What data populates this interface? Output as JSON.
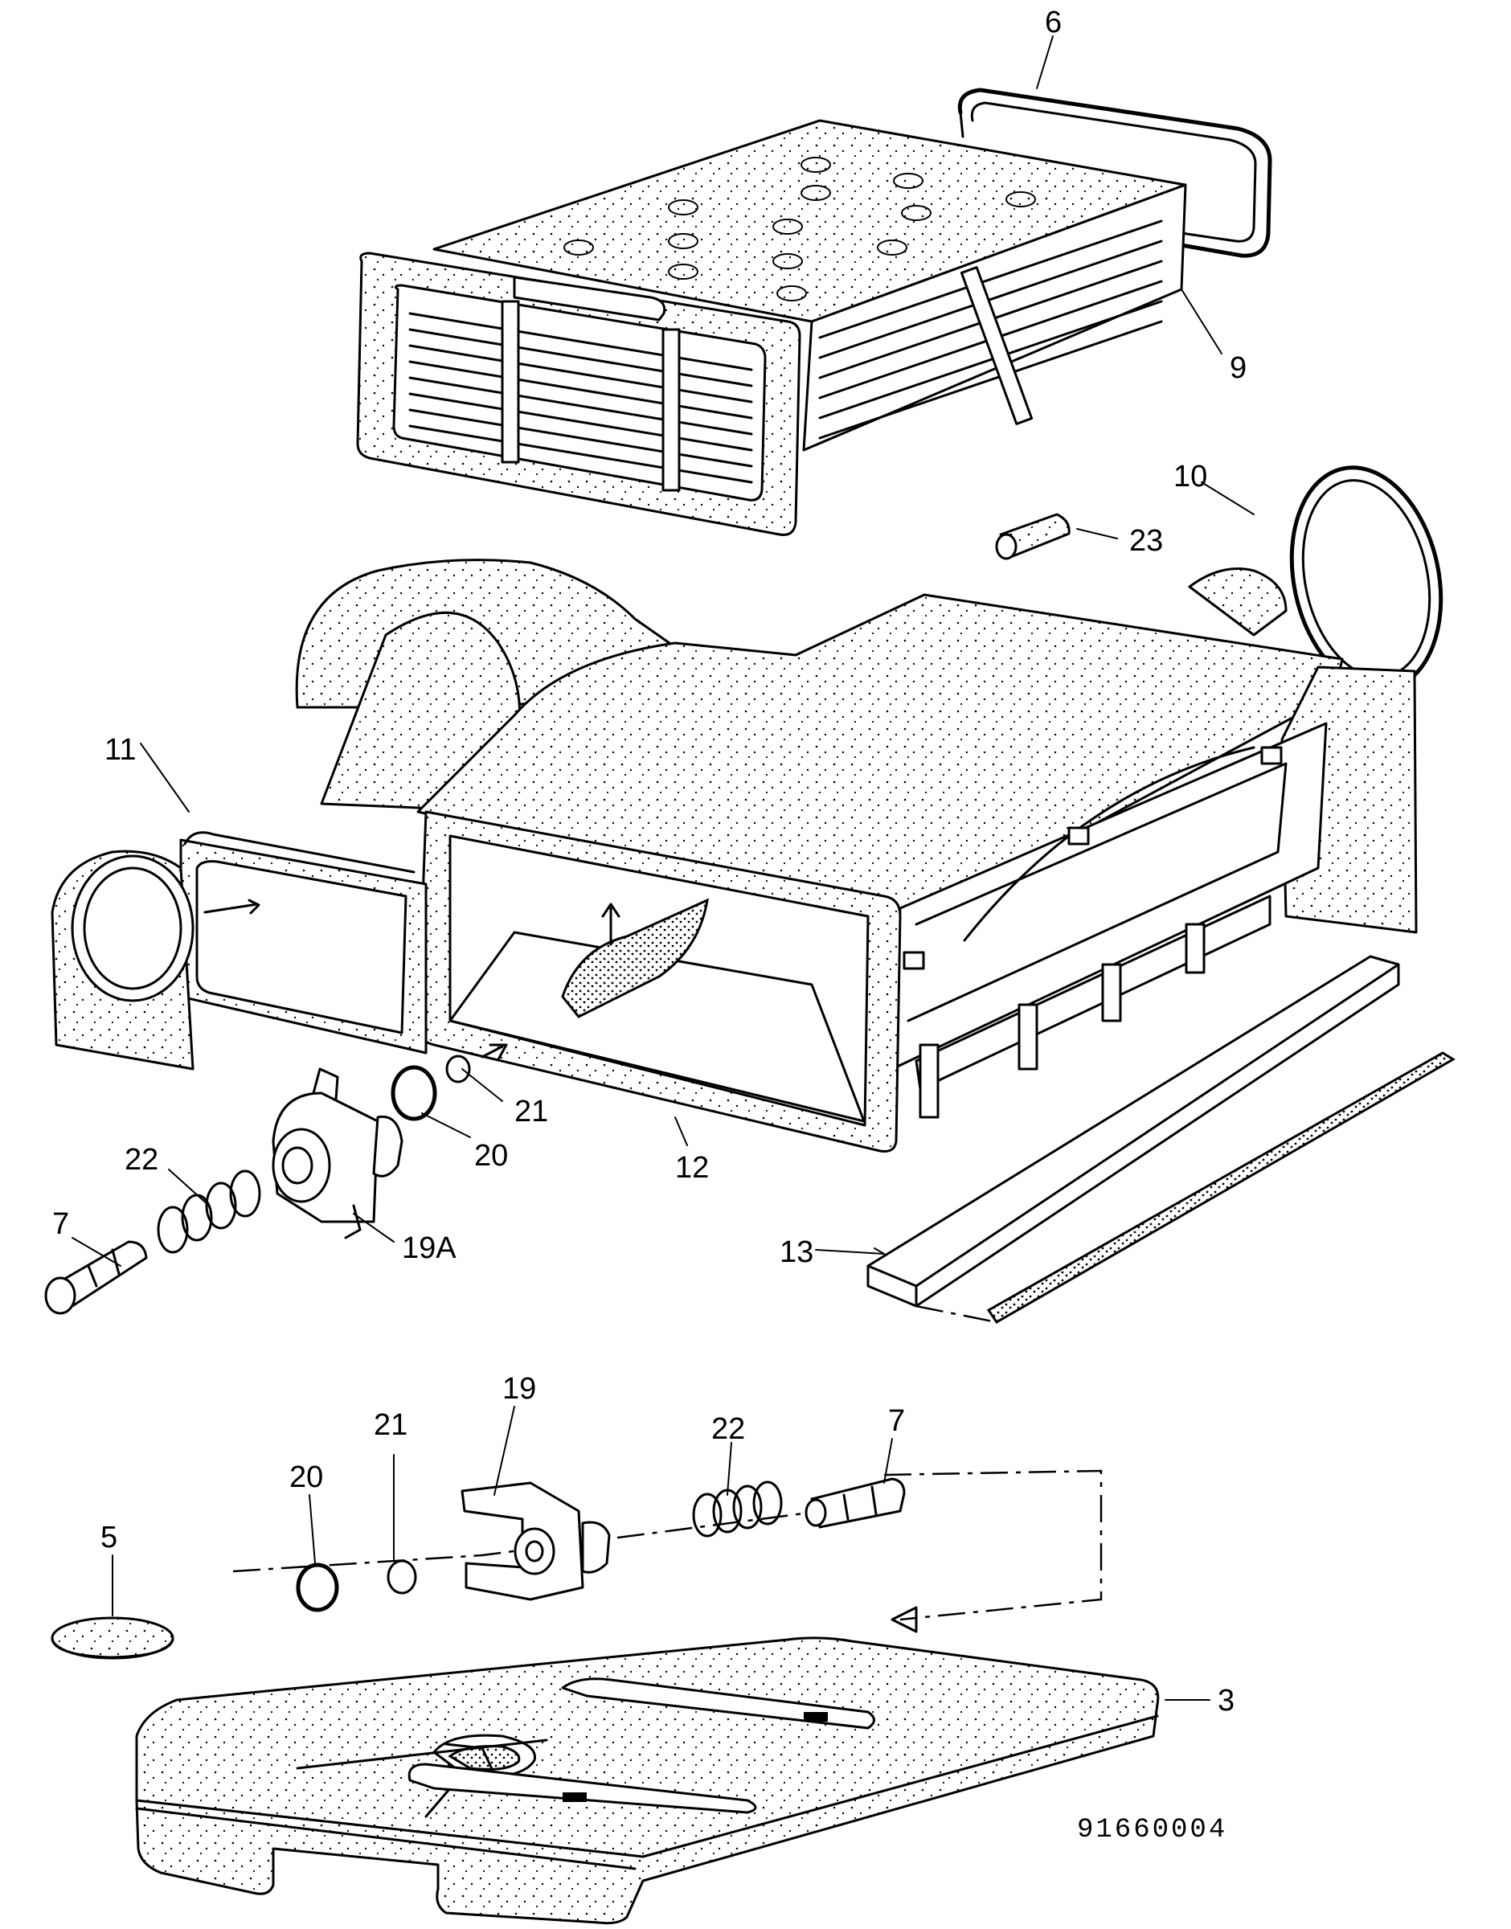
{
  "callouts": {
    "c6": "6",
    "c9": "9",
    "c10": "10",
    "c23": "23",
    "c11": "11",
    "c21a": "21",
    "c20a": "20",
    "c22a": "22",
    "c7a": "7",
    "c19a": "19A",
    "c12": "12",
    "c13": "13",
    "c19": "19",
    "c21b": "21",
    "c22b": "22",
    "c7b": "7",
    "c20b": "20",
    "c5": "5",
    "c3": "3"
  },
  "drawing_number": "91660004"
}
